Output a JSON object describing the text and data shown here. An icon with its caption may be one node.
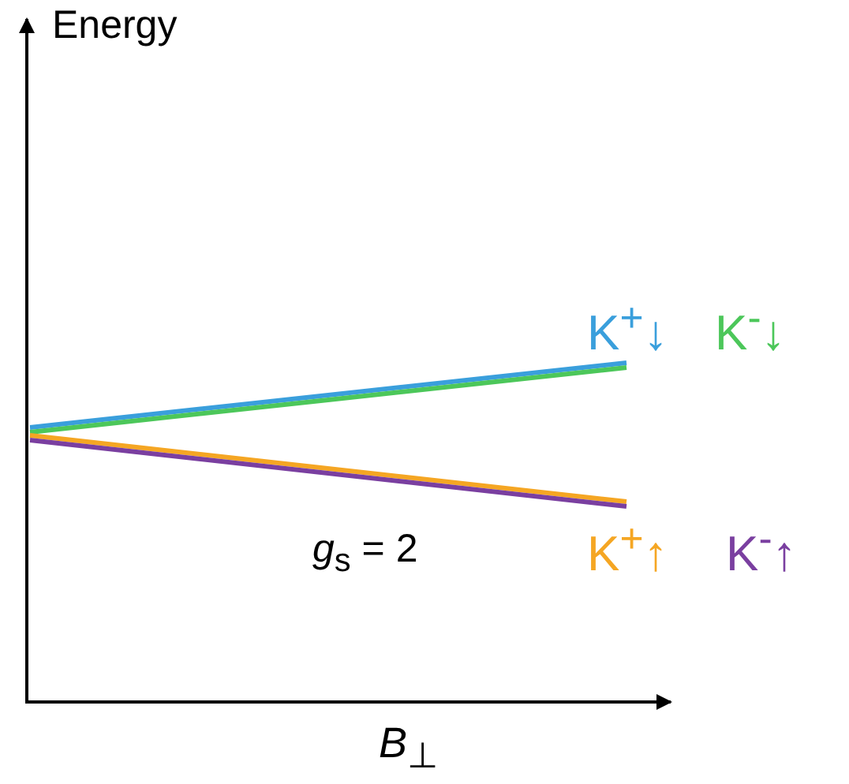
{
  "diagram": {
    "labels": [
      "Energy",
      "K$^{+}$↓",
      "K$^{-}$↓",
      "*g*$_{s}$ = 2",
      "K$^{+}$↑",
      "K$^{-}$↑",
      "*B*$_{⊥}$"
    ]
  }
}
